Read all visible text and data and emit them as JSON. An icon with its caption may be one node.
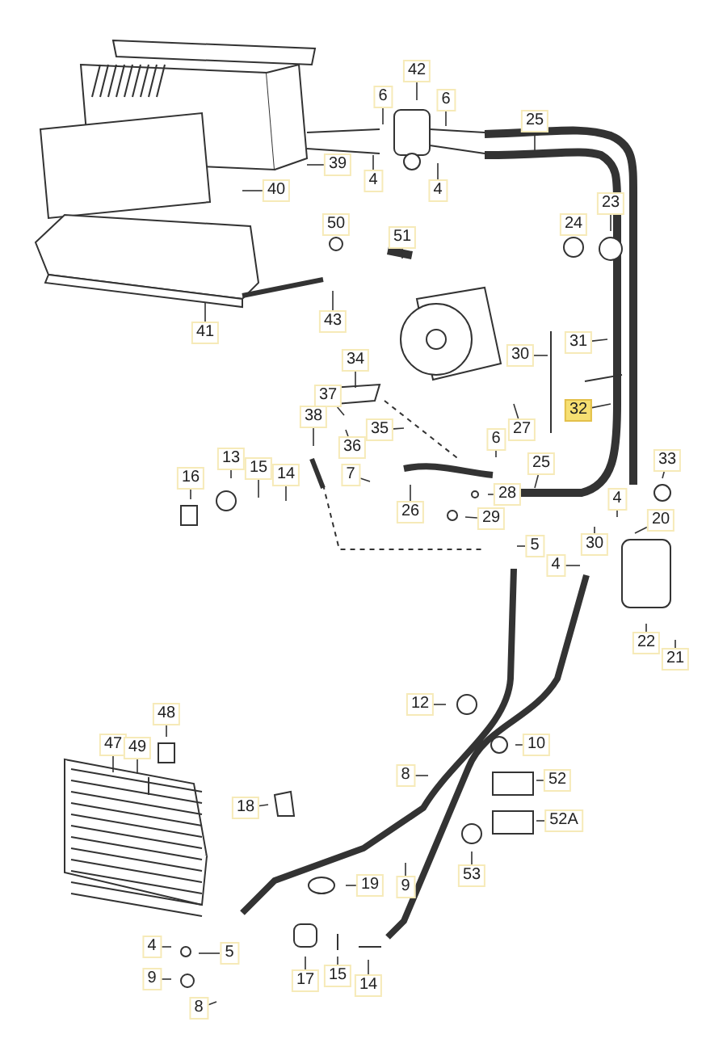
{
  "diagram": {
    "nodes": [
      {
        "text": [
          "42"
        ]
      },
      {
        "text": [
          "6"
        ]
      },
      {
        "text": [
          "6"
        ]
      },
      {
        "text": [
          "25"
        ]
      },
      {
        "text": [
          "39"
        ]
      },
      {
        "text": [
          "4"
        ]
      },
      {
        "text": [
          "4"
        ]
      },
      {
        "text": [
          "40"
        ]
      },
      {
        "text": [
          "23"
        ]
      },
      {
        "text": [
          "51"
        ]
      },
      {
        "text": [
          "41"
        ]
      },
      {
        "text": [
          "43"
        ]
      },
      {
        "text": [
          "31"
        ]
      },
      {
        "text": [
          "30"
        ]
      },
      {
        "text": [
          "34"
        ]
      },
      {
        "text": [
          "37"
        ]
      },
      {
        "text": [
          "32"
        ]
      },
      {
        "text": [
          "38"
        ]
      },
      {
        "text": [
          "35"
        ]
      },
      {
        "text": [
          "27"
        ]
      },
      {
        "text": [
          "6"
        ]
      },
      {
        "text": [
          "36"
        ]
      },
      {
        "text": [
          "13"
        ]
      },
      {
        "text": [
          "15"
        ]
      },
      {
        "text": [
          "14"
        ]
      },
      {
        "text": [
          "33"
        ]
      },
      {
        "text": [
          "25"
        ]
      },
      {
        "text": [
          "16"
        ]
      },
      {
        "text": [
          "7"
        ]
      },
      {
        "text": [
          "4"
        ]
      },
      {
        "text": [
          "26"
        ]
      },
      {
        "text": [
          "28"
        ]
      },
      {
        "text": [
          "29"
        ]
      },
      {
        "text": [
          "20"
        ]
      },
      {
        "text": [
          "5"
        ]
      },
      {
        "text": [
          "30"
        ]
      },
      {
        "text": [
          "4"
        ]
      },
      {
        "text": [
          "22"
        ]
      },
      {
        "text": [
          "21"
        ]
      },
      {
        "text": [
          "12"
        ]
      },
      {
        "text": [
          "48"
        ]
      },
      {
        "text": [
          "47"
        ]
      },
      {
        "text": [
          "49"
        ]
      },
      {
        "text": [
          "10"
        ]
      },
      {
        "text": [
          "8"
        ]
      },
      {
        "text": [
          "52"
        ]
      },
      {
        "text": [
          "18"
        ]
      },
      {
        "text": [
          "52A"
        ]
      },
      {
        "text": [
          "53"
        ]
      },
      {
        "text": [
          "19"
        ]
      },
      {
        "text": [
          "9"
        ]
      },
      {
        "text": [
          "4"
        ]
      },
      {
        "text": [
          "5"
        ]
      },
      {
        "text": [
          "9"
        ]
      },
      {
        "text": [
          "17"
        ]
      },
      {
        "text": [
          "15"
        ]
      },
      {
        "text": [
          "14"
        ]
      },
      {
        "text": [
          "8"
        ]
      },
      {
        "text": [
          "50"
        ]
      },
      {
        "text": [
          "24"
        ]
      }
    ],
    "edges": [
      {
        "from": 0,
        "to": null,
        "arrow": "none"
      },
      {
        "from": 1,
        "to": null,
        "arrow": "none"
      },
      {
        "from": 2,
        "to": null,
        "arrow": "none"
      },
      {
        "from": 3,
        "to": null,
        "arrow": "none"
      },
      {
        "from": 4,
        "to": null,
        "arrow": "none"
      },
      {
        "from": 5,
        "to": null,
        "arrow": "none"
      },
      {
        "from": 6,
        "to": null,
        "arrow": "none"
      },
      {
        "from": 7,
        "to": null,
        "arrow": "none"
      },
      {
        "from": 8,
        "to": null,
        "arrow": "none"
      },
      {
        "from": 9,
        "to": null,
        "arrow": "none"
      },
      {
        "from": 10,
        "to": null,
        "arrow": "none"
      },
      {
        "from": 11,
        "to": null,
        "arrow": "none"
      },
      {
        "from": 12,
        "to": null,
        "arrow": "none"
      },
      {
        "from": 13,
        "to": null,
        "arrow": "none"
      },
      {
        "from": 14,
        "to": null,
        "arrow": "none"
      },
      {
        "from": 15,
        "to": null,
        "arrow": "none"
      },
      {
        "from": 16,
        "to": null,
        "arrow": "none"
      },
      {
        "from": 17,
        "to": null,
        "arrow": "none"
      },
      {
        "from": 18,
        "to": null,
        "arrow": "none"
      },
      {
        "from": 19,
        "to": null,
        "arrow": "none"
      },
      {
        "from": 20,
        "to": null,
        "arrow": "none"
      },
      {
        "from": 21,
        "to": null,
        "arrow": "none"
      },
      {
        "from": 22,
        "to": null,
        "arrow": "none"
      },
      {
        "from": 23,
        "to": null,
        "arrow": "none"
      },
      {
        "from": 24,
        "to": null,
        "arrow": "none"
      },
      {
        "from": 25,
        "to": null,
        "arrow": "none"
      },
      {
        "from": 26,
        "to": null,
        "arrow": "none"
      },
      {
        "from": 27,
        "to": null,
        "arrow": "none"
      },
      {
        "from": 28,
        "to": null,
        "arrow": "none"
      },
      {
        "from": 29,
        "to": null,
        "arrow": "none"
      },
      {
        "from": 30,
        "to": null,
        "arrow": "none"
      },
      {
        "from": 31,
        "to": null,
        "arrow": "none"
      },
      {
        "from": 32,
        "to": null,
        "arrow": "none"
      },
      {
        "from": 33,
        "to": null,
        "arrow": "none"
      },
      {
        "from": 34,
        "to": null,
        "arrow": "none"
      },
      {
        "from": 35,
        "to": null,
        "arrow": "none"
      },
      {
        "from": 36,
        "to": null,
        "arrow": "none"
      },
      {
        "from": 37,
        "to": null,
        "arrow": "none"
      },
      {
        "from": 38,
        "to": null,
        "arrow": "none"
      },
      {
        "from": 39,
        "to": null,
        "arrow": "none"
      },
      {
        "from": 40,
        "to": null,
        "arrow": "none"
      },
      {
        "from": 41,
        "to": null,
        "arrow": "none"
      },
      {
        "from": 42,
        "to": null,
        "arrow": "none"
      },
      {
        "from": 43,
        "to": null,
        "arrow": "none"
      },
      {
        "from": 44,
        "to": null,
        "arrow": "none"
      },
      {
        "from": 45,
        "to": null,
        "arrow": "none"
      },
      {
        "from": 46,
        "to": null,
        "arrow": "none"
      },
      {
        "from": 47,
        "to": null,
        "arrow": "none"
      },
      {
        "from": 48,
        "to": null,
        "arrow": "none"
      },
      {
        "from": 49,
        "to": null,
        "arrow": "none"
      },
      {
        "from": 50,
        "to": null,
        "arrow": "none"
      },
      {
        "from": 51,
        "to": null,
        "arrow": "none"
      },
      {
        "from": 52,
        "to": null,
        "arrow": "none"
      },
      {
        "from": 53,
        "to": null,
        "arrow": "none"
      },
      {
        "from": 54,
        "to": null,
        "arrow": "none"
      },
      {
        "from": 55,
        "to": null,
        "arrow": "none"
      },
      {
        "from": 56,
        "to": null,
        "arrow": "none"
      },
      {
        "from": 57,
        "to": null,
        "arrow": "none"
      }
    ]
  }
}
